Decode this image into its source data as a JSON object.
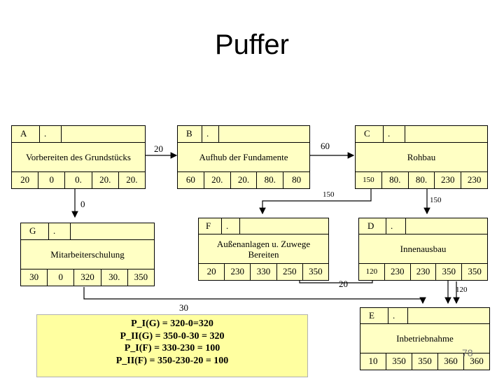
{
  "title": "Puffer",
  "nodes": {
    "A": {
      "id": "A",
      "mark": ".",
      "name": "Vorbereiten des Grundstücks",
      "values": [
        "20",
        "0",
        "0.",
        "20.",
        "20."
      ]
    },
    "B": {
      "id": "B",
      "mark": ".",
      "name": "Aufhub der Fundamente",
      "values": [
        "60",
        "20.",
        "20.",
        "80.",
        "80"
      ]
    },
    "C": {
      "id": "C",
      "mark": ".",
      "name": "Rohbau",
      "values": [
        "150",
        "80.",
        "80.",
        "230",
        "230"
      ]
    },
    "G": {
      "id": "G",
      "mark": ".",
      "name": "Mitarbeiterschulung",
      "values": [
        "30",
        "0",
        "320",
        "30.",
        "350"
      ]
    },
    "F": {
      "id": "F",
      "mark": ".",
      "name": "Außenanlagen u. Zuwege Bereiten",
      "values": [
        "20",
        "230",
        "330",
        "250",
        "350"
      ]
    },
    "D": {
      "id": "D",
      "mark": ".",
      "name": "Innenausbau",
      "values": [
        "120",
        "230",
        "230",
        "350",
        "350"
      ]
    },
    "E": {
      "id": "E",
      "mark": ".",
      "name": "Inbetriebnahme",
      "values": [
        "10",
        "350",
        "350",
        "360",
        "360"
      ]
    }
  },
  "edge_labels": {
    "a_b": "20",
    "b_c": "60",
    "a_g": "0",
    "c_f": "150",
    "c_d": "150",
    "f_e": "20",
    "d_e": "120",
    "g_e": "30"
  },
  "calculations": [
    "P_I(G) = 320-0=320",
    "P_II(G) = 350-0-30 = 320",
    "P_I(F) = 330-230 = 100",
    "P_II(F) = 350-230-20 = 100"
  ],
  "page_number": "78"
}
